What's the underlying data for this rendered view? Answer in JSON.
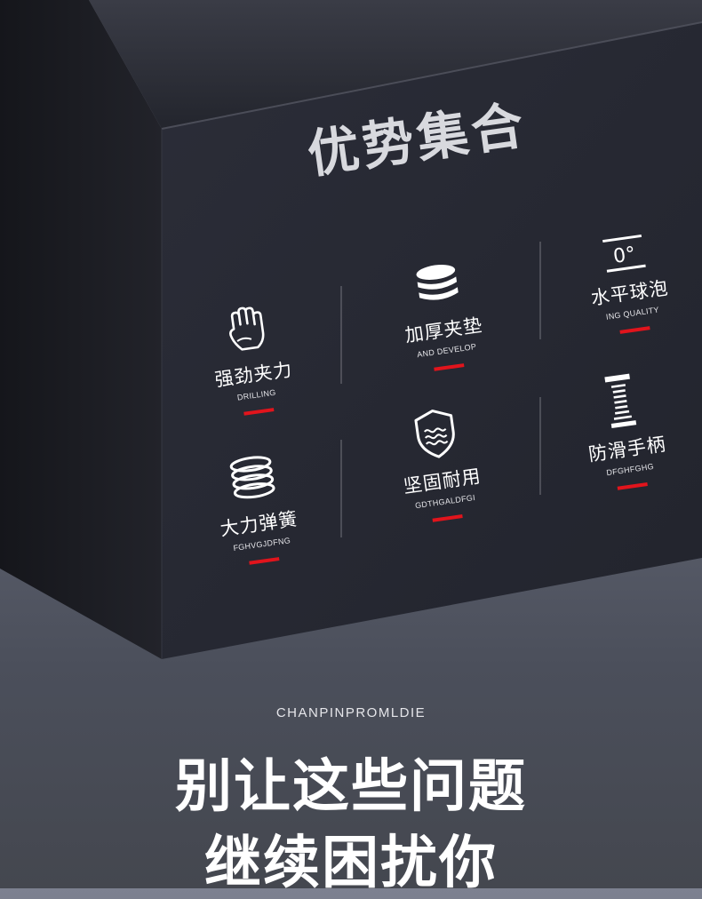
{
  "face_title": "优势集合",
  "features": [
    {
      "id": "grip",
      "icon": "glove-icon",
      "name": "强劲夹力",
      "sub": "DRILLING"
    },
    {
      "id": "pad",
      "icon": "stacked-discs-icon",
      "name": "加厚夹垫",
      "sub": "AND DEVELOP"
    },
    {
      "id": "level",
      "icon": "level-bubble-icon",
      "icon_text": "0°",
      "name": "水平球泡",
      "sub": "ING QUALITY"
    },
    {
      "id": "spring",
      "icon": "spring-icon",
      "name": "大力弹簧",
      "sub": "FGHVGJDFNG"
    },
    {
      "id": "durable",
      "icon": "shield-waves-icon",
      "name": "坚固耐用",
      "sub": "GDTHGALDFGI"
    },
    {
      "id": "handle",
      "icon": "handle-grip-icon",
      "name": "防滑手柄",
      "sub": "DFGHFGHG"
    }
  ],
  "en_caption": "CHANPINPROMLDIE",
  "headline": [
    "别让这些问题",
    "继续困扰你"
  ],
  "colors": {
    "accent": "#e1141c",
    "cube_face": "#262833",
    "cube_side": "#1d1f27",
    "background": "#5e6270"
  }
}
